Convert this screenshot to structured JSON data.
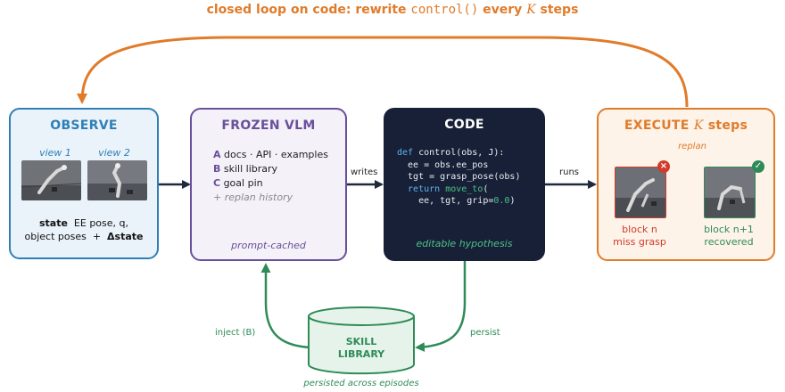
{
  "loop_title": {
    "prefix": "closed loop on code: rewrite ",
    "code": "control()",
    "mid": " every ",
    "var": "K",
    "suffix": " steps"
  },
  "observe": {
    "title": "OBSERVE",
    "view1": "view 1",
    "view2": "view 2",
    "state_line1_bold": "state",
    "state_line1_rest": "EE pose, q,",
    "state_line2": "object poses",
    "plus": "+",
    "delta_state": "Δstate"
  },
  "vlm": {
    "title": "FROZEN VLM",
    "items": [
      {
        "letter": "A",
        "text": "docs · API · examples"
      },
      {
        "letter": "B",
        "text": "skill library"
      },
      {
        "letter": "C",
        "text": "goal pin"
      }
    ],
    "replan": "+ replan history",
    "footer": "prompt-cached"
  },
  "code": {
    "title": "CODE",
    "lines": [
      {
        "kw": "def",
        "rest": " control(obs, J):"
      },
      {
        "kw": "",
        "rest": "  ee = obs.ee_pos"
      },
      {
        "kw": "",
        "rest": "  tgt = grasp_pose(obs)"
      },
      {
        "kw": "  return",
        "fn": " move_to",
        "rest": "("
      },
      {
        "kw": "",
        "rest": "    ee, tgt, grip=",
        "num": "0.0",
        "end": ")"
      }
    ],
    "footer": "editable hypothesis"
  },
  "execute": {
    "title_prefix": "EXECUTE ",
    "title_var": "K",
    "title_suffix": " steps",
    "replan": "replan",
    "left_label1": "block n",
    "left_label2": "miss grasp",
    "right_label1": "block n+1",
    "right_label2": "recovered",
    "fail_mark": "×",
    "ok_mark": "✓"
  },
  "edges": {
    "writes": "writes",
    "runs": "runs",
    "inject": "inject (B)",
    "persist": "persist"
  },
  "skill": {
    "line1": "SKILL",
    "line2": "LIBRARY",
    "caption": "persisted across episodes"
  },
  "colors": {
    "orange": "#e07b2a",
    "blue": "#2f7fb5",
    "purple": "#6a4f9a",
    "green": "#2e8b57",
    "navy": "#172036",
    "red": "#d23a2a"
  }
}
